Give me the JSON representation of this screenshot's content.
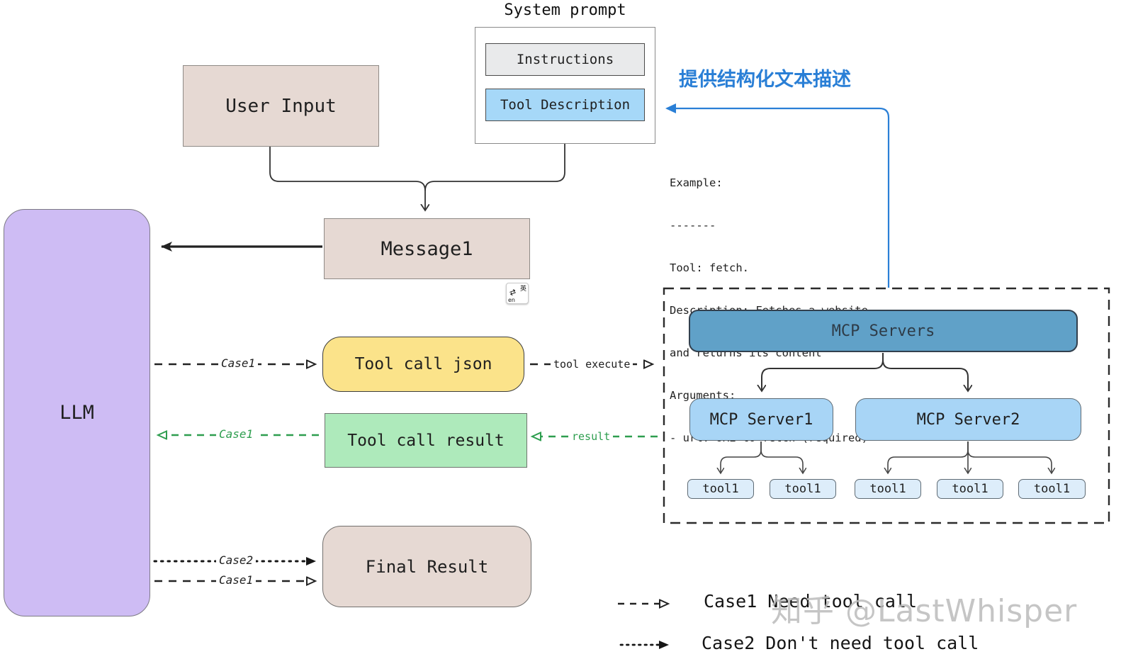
{
  "title": "System prompt",
  "nodes": {
    "instructions": "Instructions",
    "tool_description": "Tool Description",
    "user_input": "User Input",
    "message1": "Message1",
    "llm": "LLM",
    "tool_call_json": "Tool call json",
    "tool_call_result": "Tool call result",
    "final_result": "Final Result"
  },
  "mcp": {
    "servers_title": "MCP Servers",
    "server1": "MCP Server1",
    "server2": "MCP Server2",
    "tools": [
      "tool1",
      "tool1",
      "tool1",
      "tool1",
      "tool1"
    ]
  },
  "annotations": {
    "cn_note": "提供结构化文本描述",
    "example_lines": [
      "Example:",
      "-------",
      "Tool: fetch.",
      "Description: Fetches a website",
      "and returns its content",
      "Arguments:",
      "- url: URL to fetch (required)"
    ],
    "case1_top": "Case1",
    "tool_execute": "tool execute",
    "case1_green": "Case1",
    "result": "result",
    "case2_bottom": "Case2",
    "case1_bottom": "Case1"
  },
  "legend": {
    "case1": "Case1 Need tool call",
    "case2": "Case2 Don't need tool call"
  },
  "watermark": "知乎 @LastWhisper",
  "translate_icon": {
    "en": "en",
    "zh": "英",
    "swap": "⇄"
  },
  "colors": {
    "beige": "#e6d9d3",
    "purple": "#cebcf4",
    "yellow": "#fbe38a",
    "green_box": "#aeeabb",
    "gray_box": "#e9eaeb",
    "blue_box": "#a6d8f8",
    "mcp_bar": "#60a1c8",
    "server_blue": "#a8d5f6",
    "tool_pale": "#ddedfa",
    "accent_blue": "#2a7fd6",
    "arrow_green": "#2e9e4f",
    "arrow_black": "#222222"
  }
}
